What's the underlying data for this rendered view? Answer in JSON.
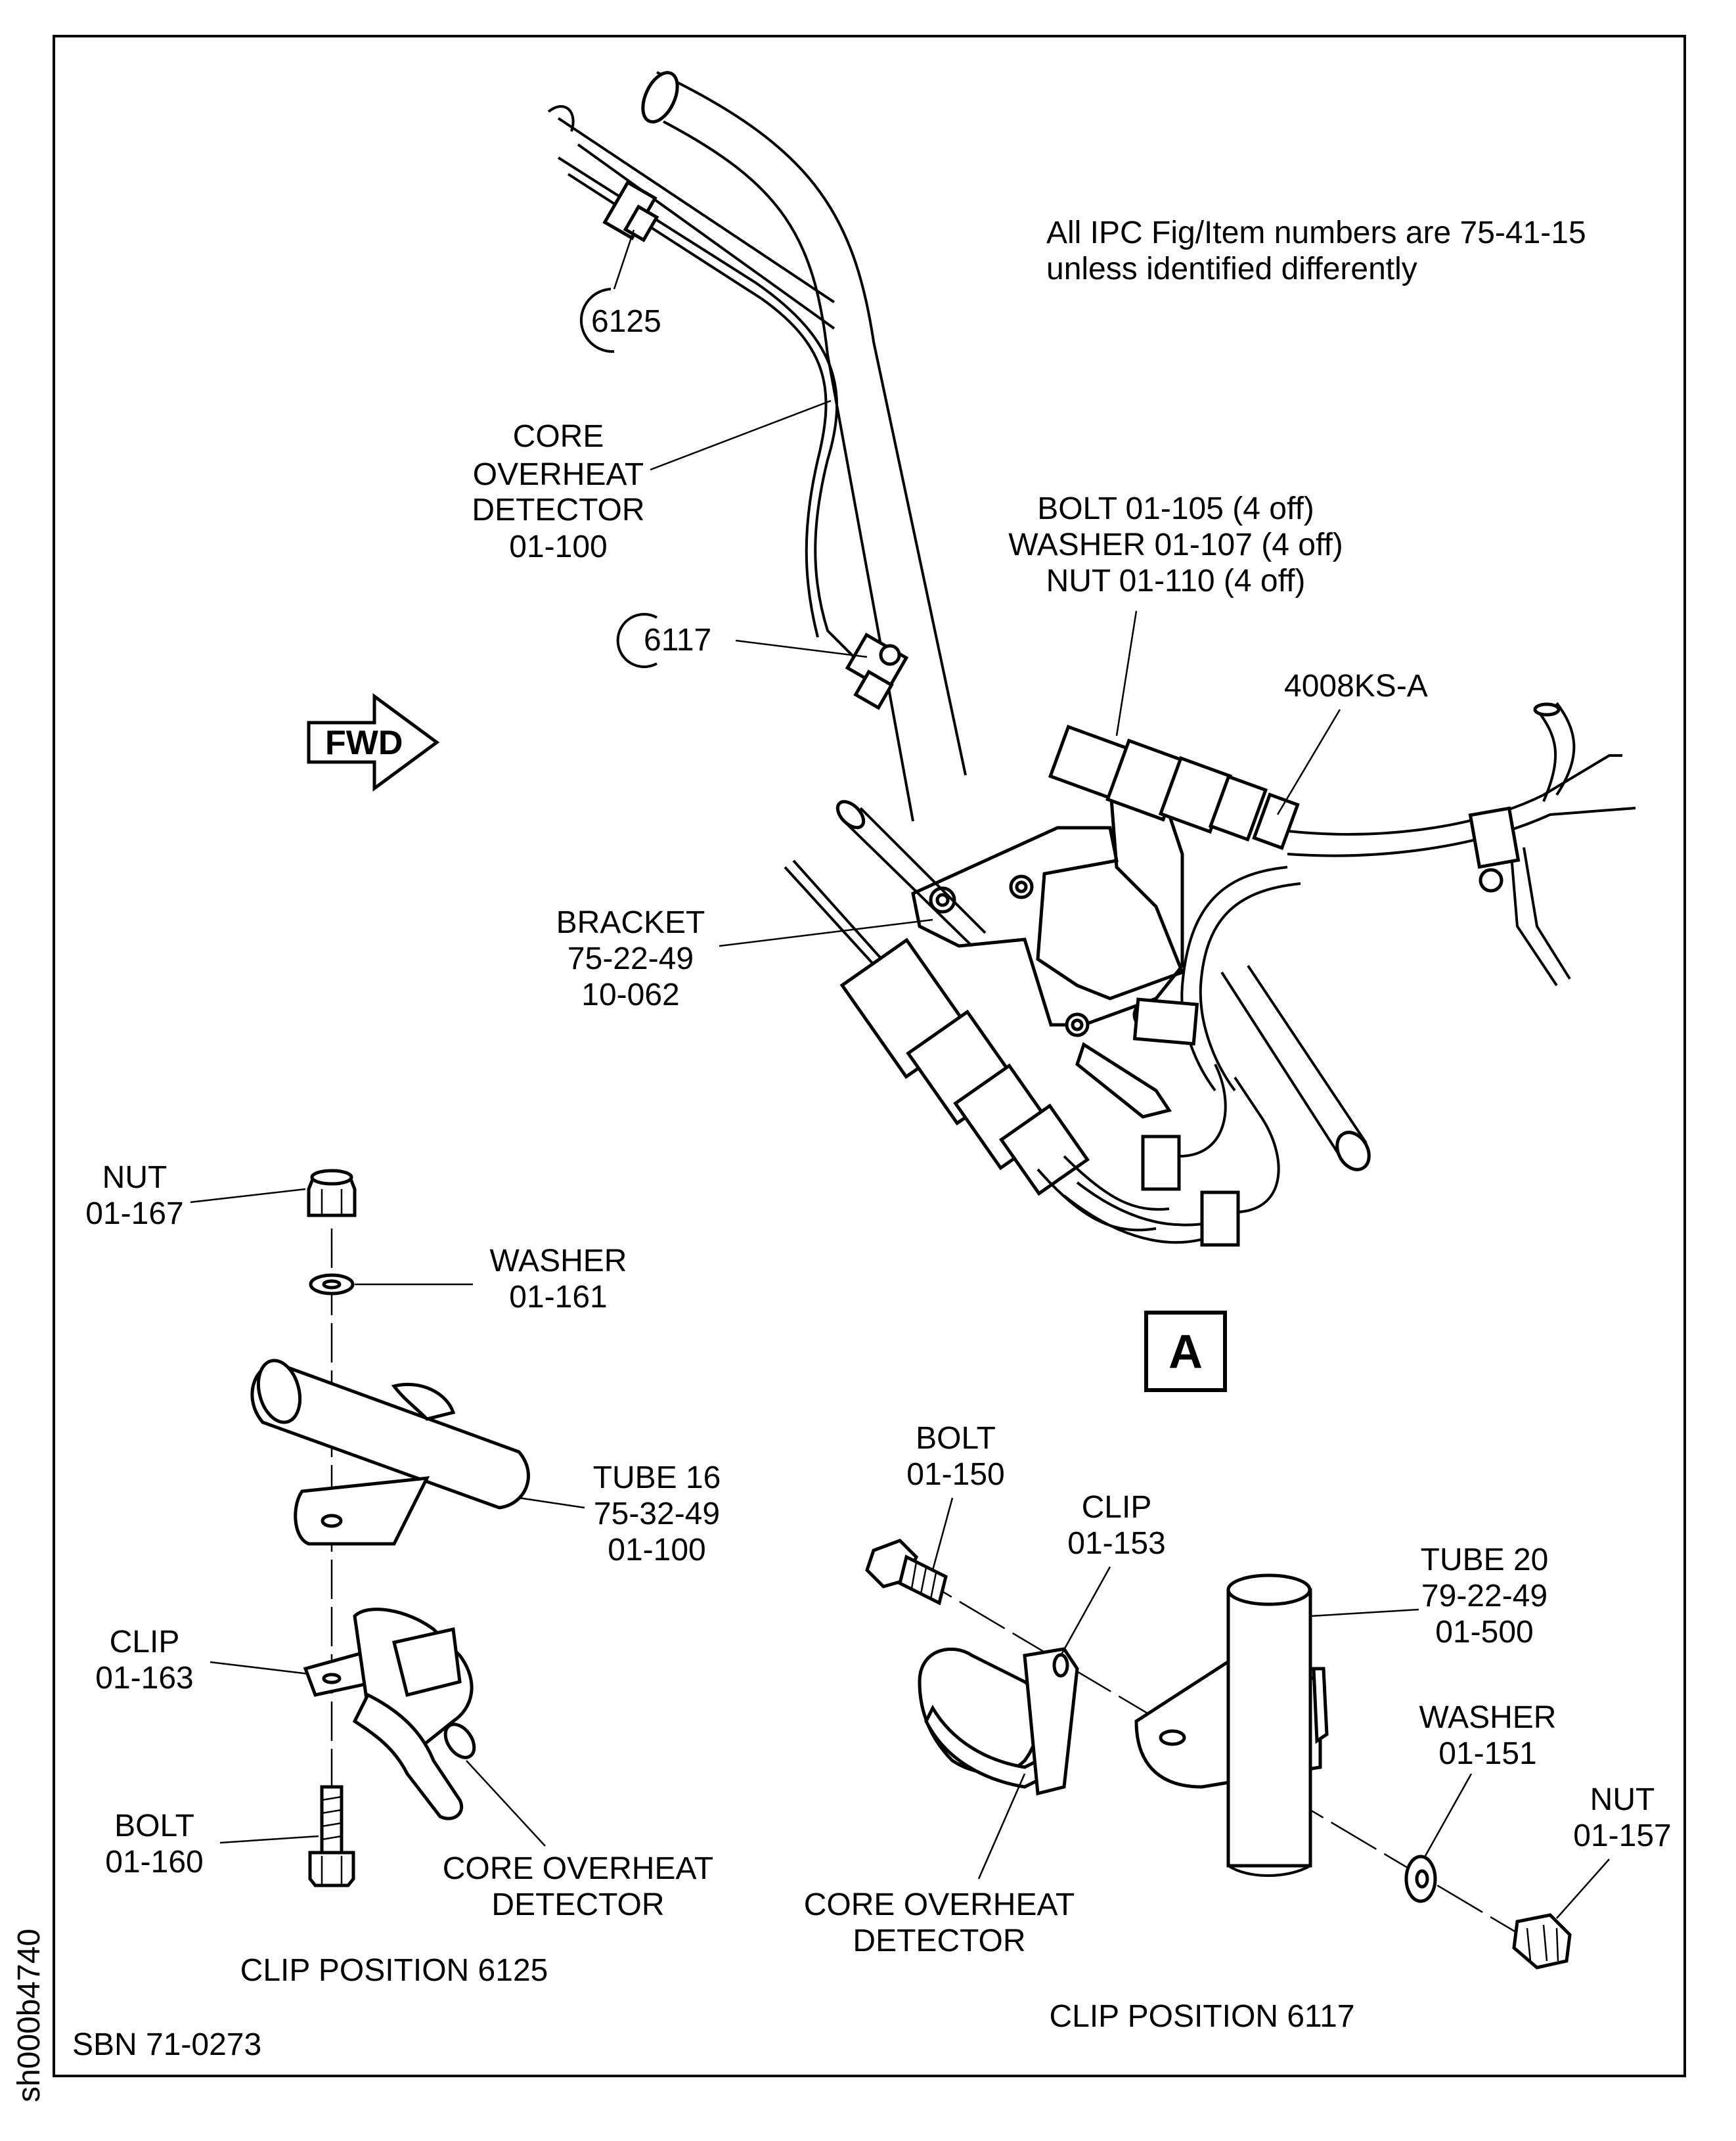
{
  "note": {
    "line1": "All IPC Fig/Item numbers are 75-41-15",
    "line2": "unless identified differently"
  },
  "callouts": {
    "c6125": "6125",
    "c6117": "6117"
  },
  "main_view": {
    "detector": [
      "CORE",
      "OVERHEAT",
      "DETECTOR",
      "01-100"
    ],
    "hardware": [
      "BOLT 01-105 (4 off)",
      "WASHER 01-107 (4 off)",
      "NUT 01-110 (4 off)"
    ],
    "connector_ref": "4008KS-A",
    "fwd": "FWD",
    "bracket": [
      "BRACKET",
      "75-22-49",
      "10-062"
    ],
    "view_marker": "A"
  },
  "clip_6125": {
    "nut": [
      "NUT",
      "01-167"
    ],
    "washer": [
      "WASHER",
      "01-161"
    ],
    "tube": [
      "TUBE 16",
      "75-32-49",
      "01-100"
    ],
    "clip": [
      "CLIP",
      "01-163"
    ],
    "bolt": [
      "BOLT",
      "01-160"
    ],
    "detector": [
      "CORE OVERHEAT",
      "DETECTOR"
    ],
    "caption": "CLIP POSITION 6125"
  },
  "clip_6117": {
    "bolt": [
      "BOLT",
      "01-150"
    ],
    "clip": [
      "CLIP",
      "01-153"
    ],
    "tube": [
      "TUBE 20",
      "79-22-49",
      "01-500"
    ],
    "washer": [
      "WASHER",
      "01-151"
    ],
    "nut": [
      "NUT",
      "01-157"
    ],
    "detector": [
      "CORE OVERHEAT",
      "DETECTOR"
    ],
    "caption": "CLIP POSITION 6117"
  },
  "sbn": "SBN 71-0273",
  "sheet_id": "sh000b4740"
}
